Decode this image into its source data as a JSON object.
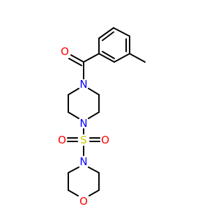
{
  "molecule": {
    "atoms": {
      "carbonyl_oxygen": {
        "label": "O",
        "color": "#ff0000"
      },
      "piperazine_n_top": {
        "label": "N",
        "color": "#0000ff"
      },
      "piperazine_n_bottom": {
        "label": "N",
        "color": "#0000ff"
      },
      "sulfur": {
        "label": "S",
        "color": "#cccc00"
      },
      "sulfonyl_oxygen_left": {
        "label": "O",
        "color": "#ff0000"
      },
      "sulfonyl_oxygen_right": {
        "label": "O",
        "color": "#ff0000"
      },
      "morpholine_n": {
        "label": "N",
        "color": "#0000ff"
      },
      "morpholine_o": {
        "label": "O",
        "color": "#ff0000"
      }
    },
    "bond_color": "#000000"
  }
}
